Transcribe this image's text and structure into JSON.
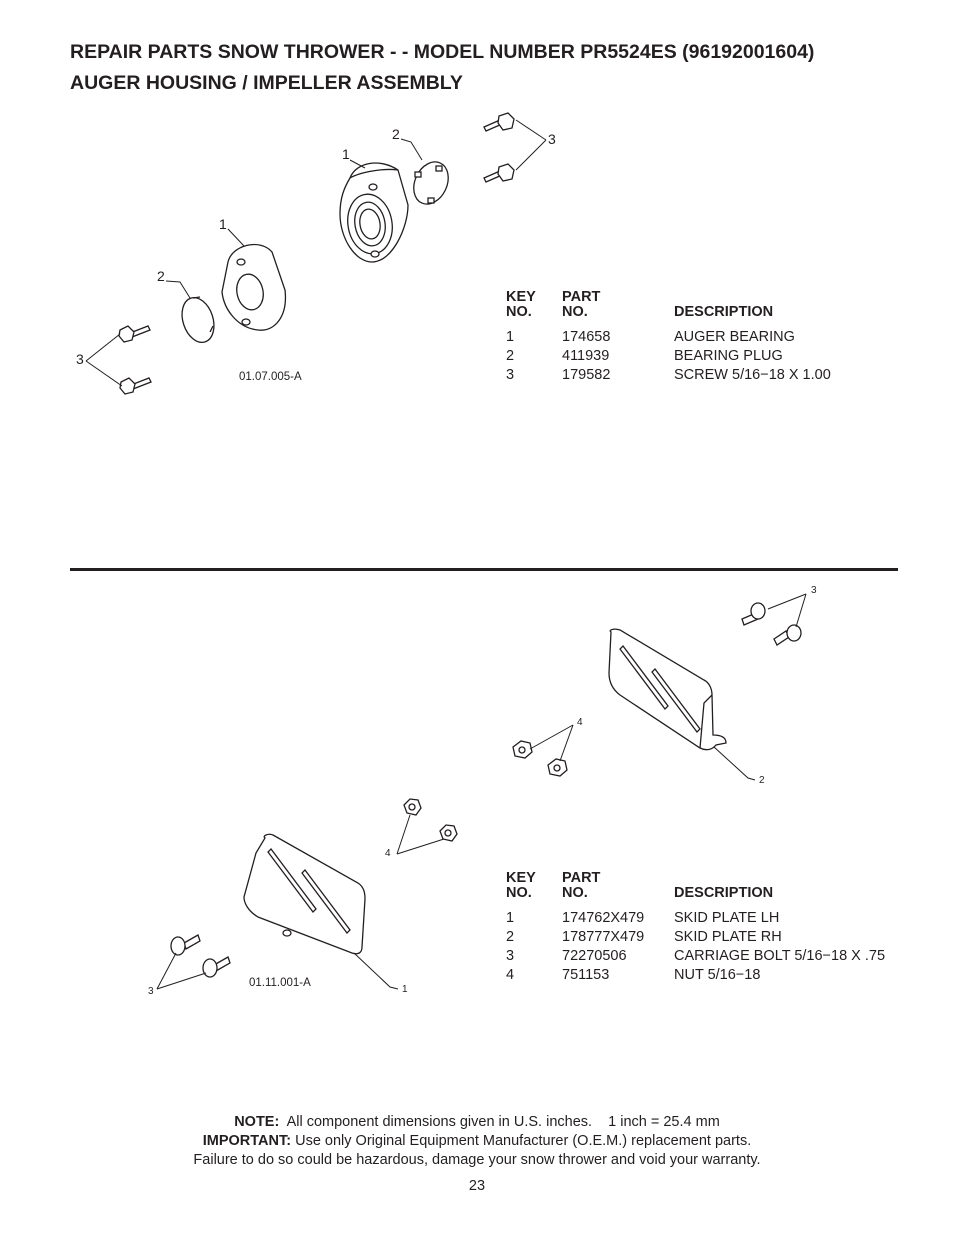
{
  "header": {
    "line1": "REPAIR PARTS  SNOW THROWER - - MODEL NUMBER  PR5524ES (96192001604)",
    "line2": "AUGER HOUSING / IMPELLER ASSEMBLY"
  },
  "section1": {
    "figure_id": "01.07.005-A",
    "callouts": [
      "1",
      "2",
      "3",
      "1",
      "2",
      "3"
    ],
    "table": {
      "headers": {
        "key_top": "KEY",
        "key_bottom": "NO.",
        "part_top": "PART",
        "part_bottom": "NO.",
        "desc": "DESCRIPTION"
      },
      "rows": [
        {
          "key": "1",
          "part": "174658",
          "desc": "AUGER BEARING"
        },
        {
          "key": "2",
          "part": "411939",
          "desc": "BEARING PLUG"
        },
        {
          "key": "3",
          "part": "179582",
          "desc": "SCREW 5/16−18 X 1.00"
        }
      ]
    }
  },
  "section2": {
    "figure_id": "01.11.001-A",
    "callouts": [
      "3",
      "4",
      "2",
      "4",
      "3",
      "1"
    ],
    "table": {
      "headers": {
        "key_top": "KEY",
        "key_bottom": "NO.",
        "part_top": "PART",
        "part_bottom": "NO.",
        "desc": "DESCRIPTION"
      },
      "rows": [
        {
          "key": "1",
          "part": "174762X479",
          "desc": "SKID PLATE LH"
        },
        {
          "key": "2",
          "part": "178777X479",
          "desc": "SKID PLATE RH"
        },
        {
          "key": "3",
          "part": "72270506",
          "desc": "CARRIAGE BOLT 5/16−18 X .75"
        },
        {
          "key": "4",
          "part": "751153",
          "desc": "NUT 5/16−18"
        }
      ]
    }
  },
  "footer": {
    "note_label": "NOTE:",
    "note_text": "All component dimensions given in U.S. inches.    1 inch = 25.4 mm",
    "important_label": "IMPORTANT:",
    "important_text": "Use only Original Equipment Manufacturer (O.E.M.) replacement parts.",
    "warning_text": "Failure to do so could be hazardous, damage your snow thrower and void your warranty.",
    "page_number": "23"
  }
}
